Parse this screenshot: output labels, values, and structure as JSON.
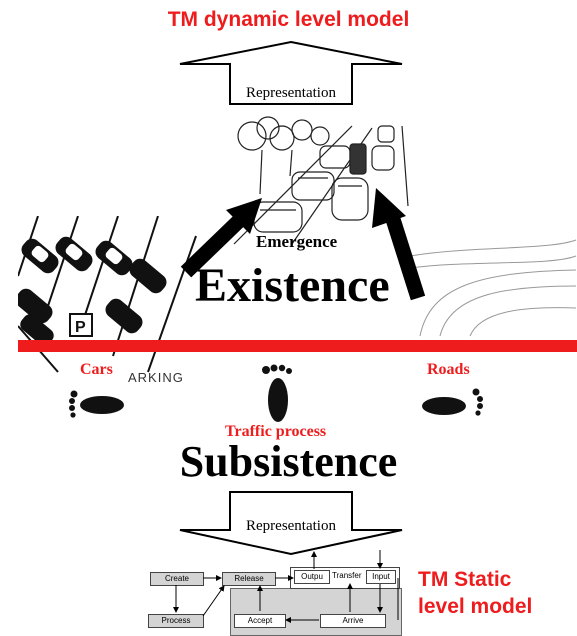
{
  "top_title": "TM dynamic level model",
  "representation_top": "Representation",
  "emergence": "Emergence",
  "existence": "Existence",
  "parking_text": "ARKING",
  "labels": {
    "cars": "Cars",
    "roads": "Roads",
    "traffic_process": "Traffic process"
  },
  "subsistence": "Subsistence",
  "representation_bottom": "Representation",
  "static_model": {
    "title_line1": "TM Static",
    "title_line2": "level model",
    "boxes": {
      "create": "Create",
      "release": "Release",
      "output": "Outpu",
      "transfer": "Transfer",
      "input": "Input",
      "process": "Process",
      "accept": "Accept",
      "arrive": "Arrive"
    }
  },
  "colors": {
    "accent_red": "#ee1c1c",
    "arrow_black": "#000000",
    "flow_box": "#d4d4d4"
  }
}
